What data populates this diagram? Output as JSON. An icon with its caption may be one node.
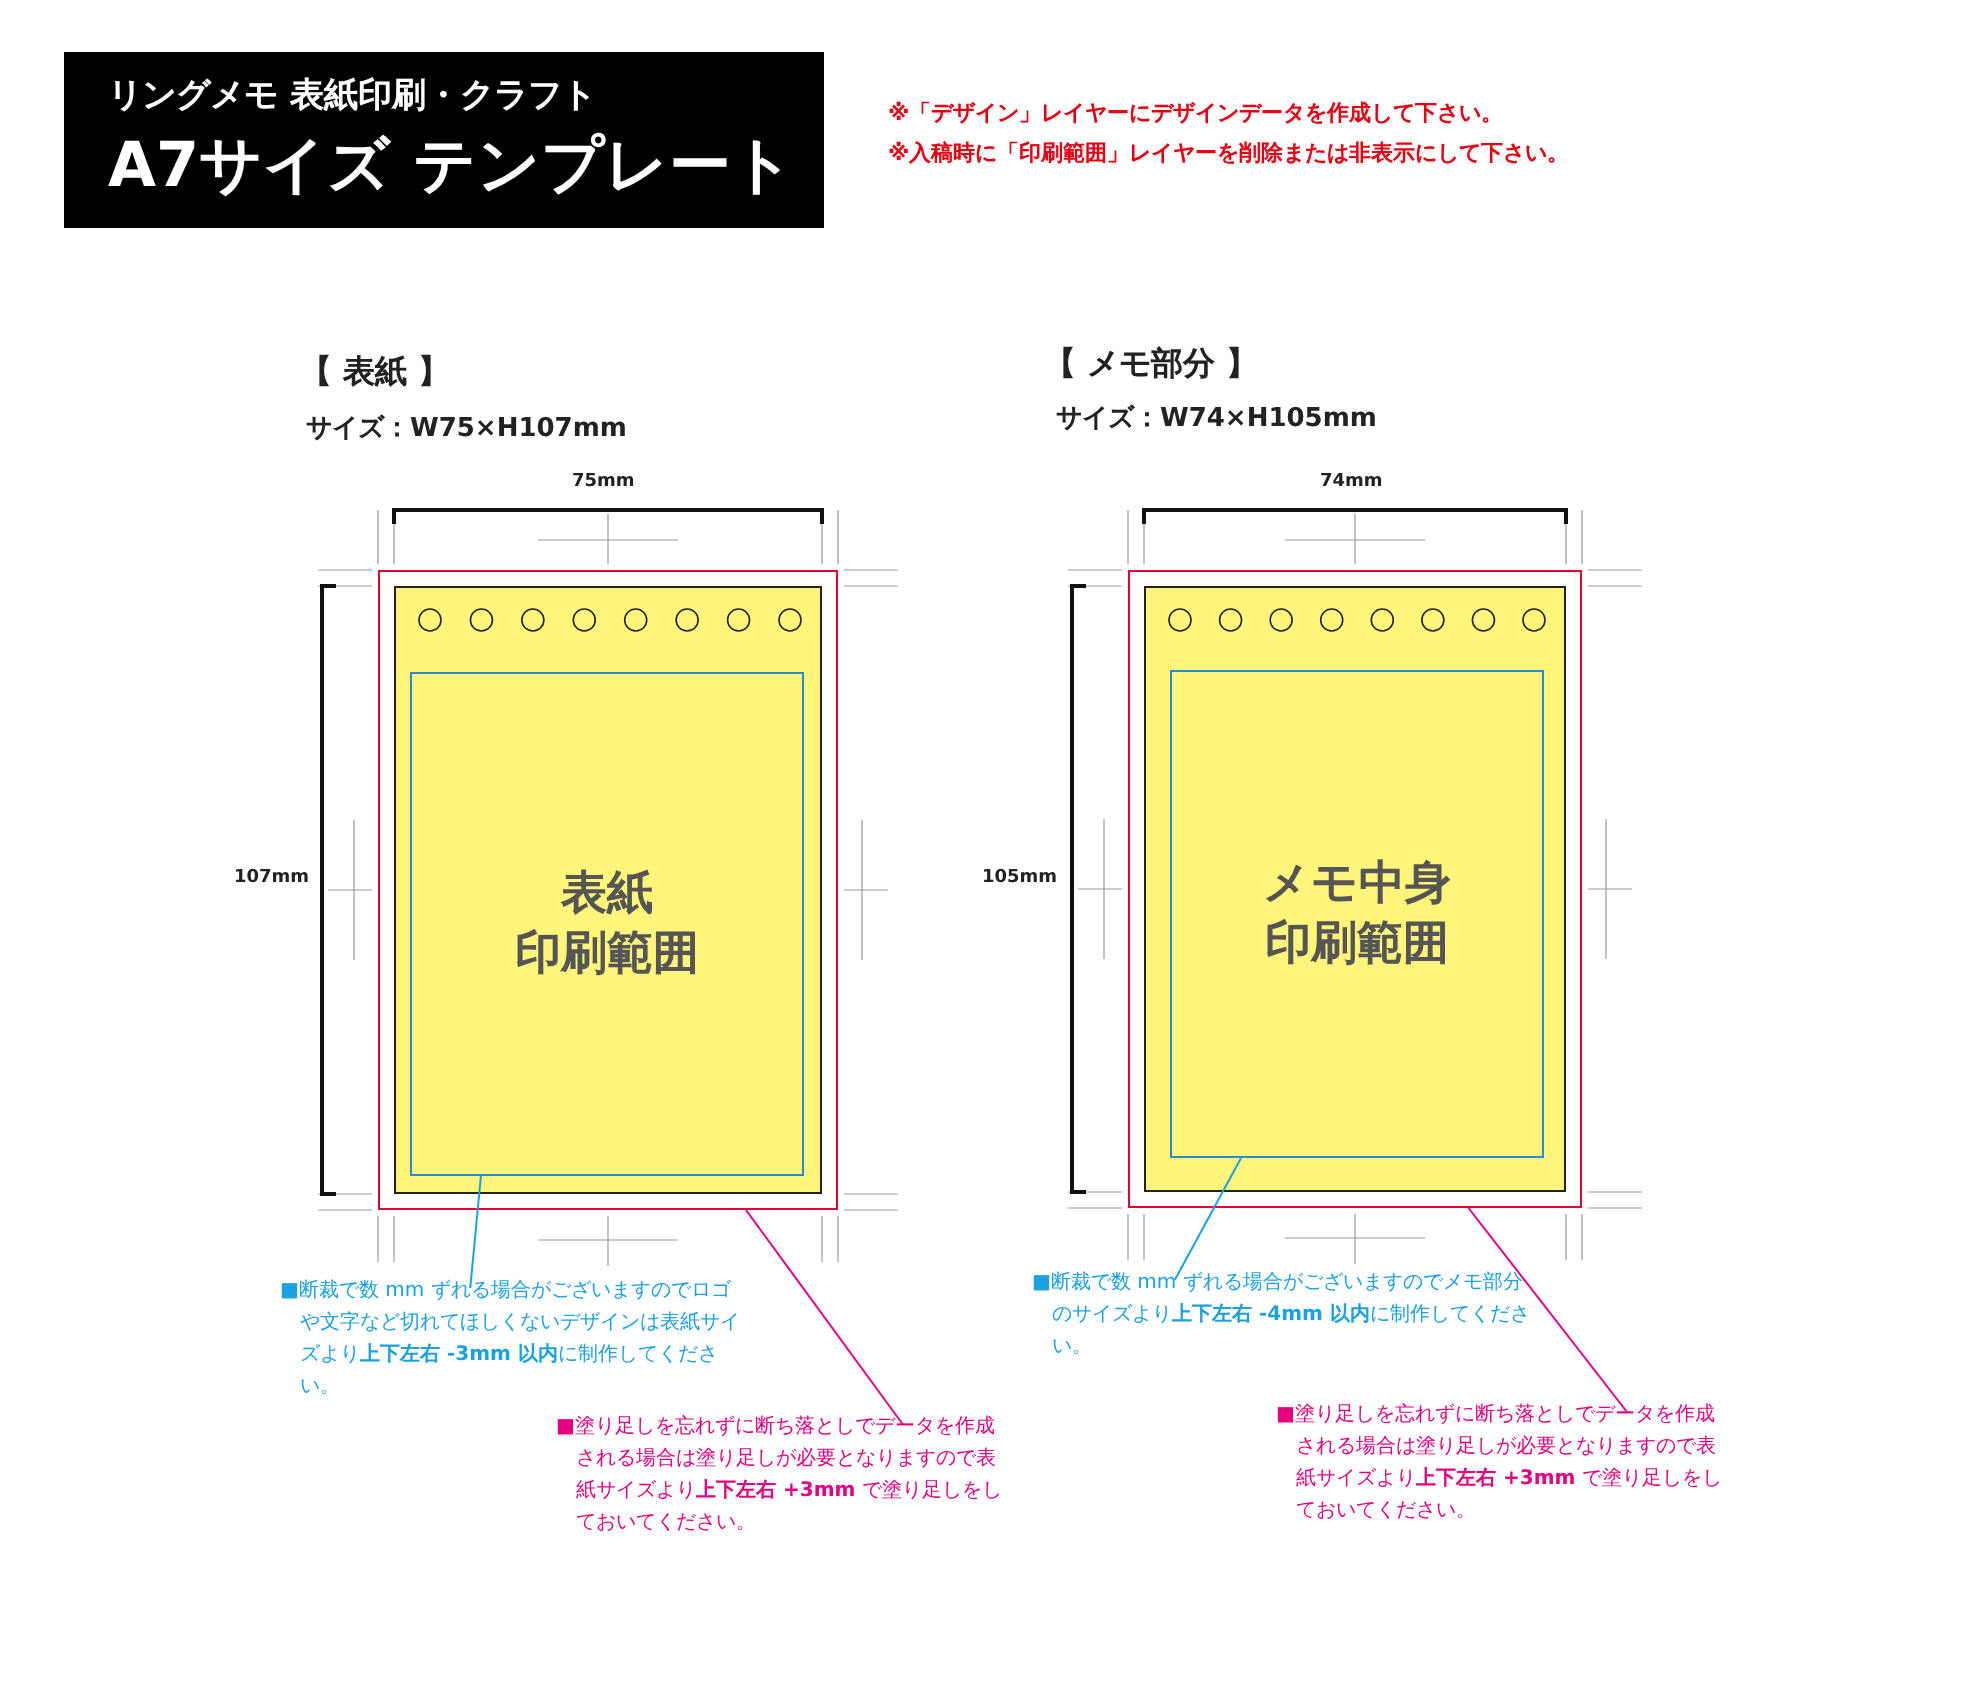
{
  "diagram": {
    "nodes": [
      {
        "text": [
          "リングメモ 表紙印刷・クラフト",
          "A7サイズ テンプレート"
        ]
      },
      {
        "text": [],
        "shape": "box"
      },
      {
        "text": [],
        "shape": "box",
        "in": 1
      },
      {
        "text": [
          "表紙",
          "印刷範囲"
        ],
        "in": 2
      },
      {
        "text": [
          "■断裁で数 mm ずれる場合がございますのでロゴや文字など切れてほしくないデザインは表紙サイズより**上下左右 -3mm 以内**に制作してください。"
        ]
      },
      {
        "text": [
          "■塗り足しを忘れずに断ち落としでデータを作成される場合は塗り足しが必要となりますので表紙サイズより**上下左右 +3mm** で塗り足しをしておいてください。"
        ]
      },
      {
        "text": [],
        "shape": "box"
      },
      {
        "text": [],
        "shape": "box",
        "in": 6
      },
      {
        "text": [
          "メモ中身",
          "印刷範囲"
        ],
        "in": 7
      },
      {
        "text": [
          "■断裁で数 mm ずれる場合がございますのでメモ部分のサイズより**上下左右 -4mm 以内**に制作してください。"
        ]
      },
      {
        "text": [
          "■塗り足しを忘れずに断ち落としでデータを作成される場合は塗り足しが必要となりますので表紙サイズより**上下左右 +3mm** で塗り足しをしておいてください。"
        ]
      }
    ],
    "edges": [
      {
        "from": 4,
        "to": 3,
        "arrow": "none",
        "color": "#1ba1e2"
      },
      {
        "from": 5,
        "to": 1,
        "arrow": "none",
        "color": "#e4007f"
      },
      {
        "from": 9,
        "to": 8,
        "arrow": "none",
        "color": "#1ba1e2"
      },
      {
        "from": 10,
        "to": 6,
        "arrow": "none",
        "color": "#e4007f"
      }
    ],
    "labels": [
      "※「デザイン」レイヤーにデザインデータを作成して下さい。",
      "※入稿時に「印刷範囲」レイヤーを削除または非表示にして下さい。",
      "【 表紙 】",
      "サイズ：W75×H107mm",
      "【 メモ部分 】",
      "サイズ：W74×H105mm",
      "75mm",
      "107mm",
      "74mm",
      "105mm"
    ]
  }
}
